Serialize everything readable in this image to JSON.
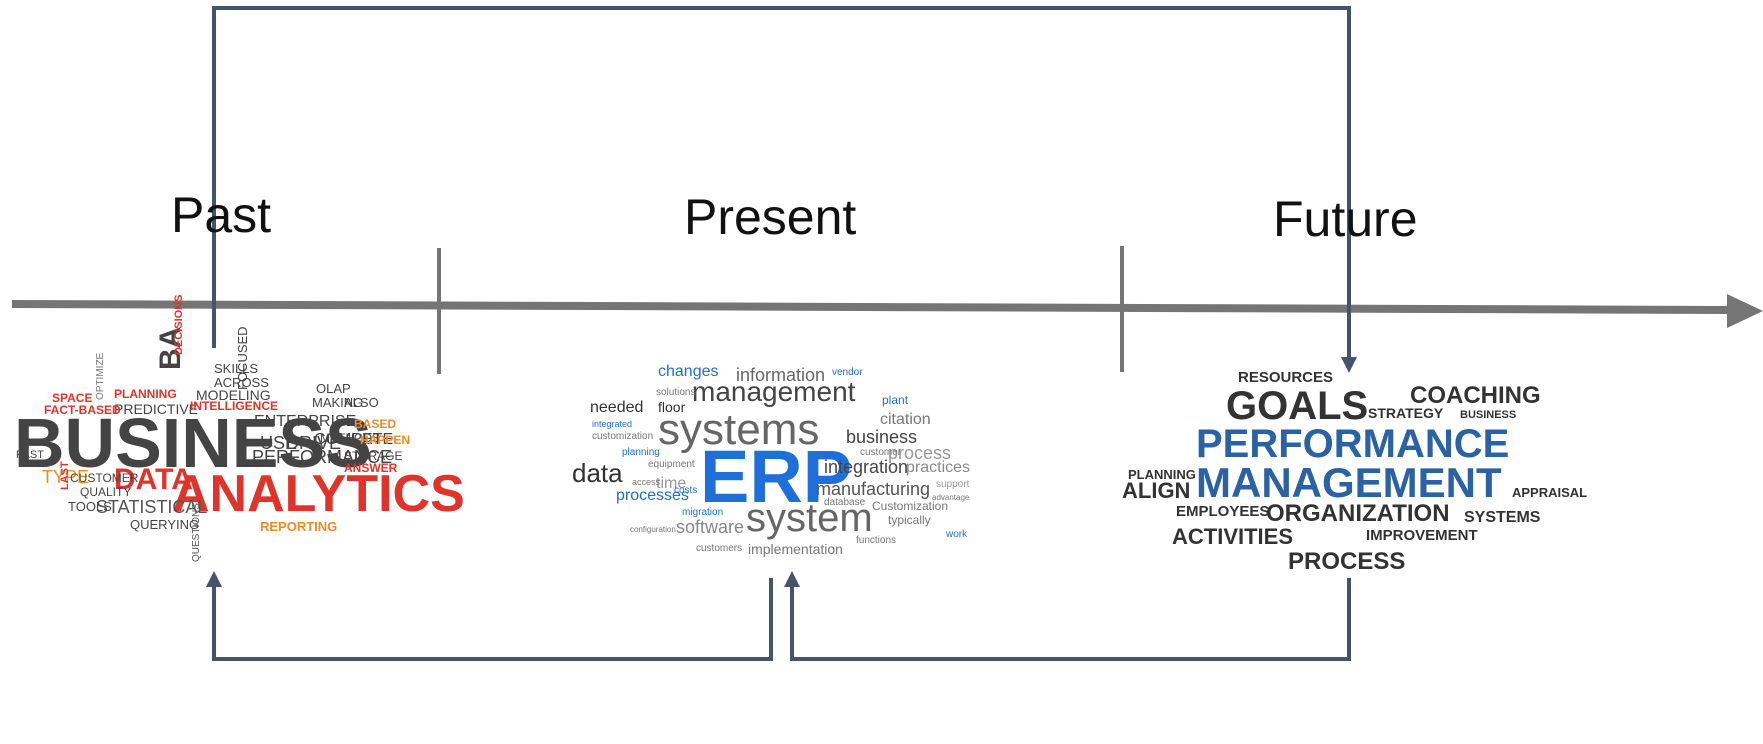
{
  "timeline": {
    "labels": {
      "past": "Past",
      "present": "Present",
      "future": "Future"
    },
    "colors": {
      "axis": "#757575",
      "arrow": "#44546a",
      "label": "#111111"
    }
  },
  "clouds": {
    "business_analytics": {
      "name": "business-analytics-word-cloud",
      "words": [
        {
          "text": "BUSINESS",
          "color": "#444444"
        },
        {
          "text": "ANALYTICS",
          "color": "#e0332b"
        },
        {
          "text": "BA",
          "color": "#444444"
        },
        {
          "text": "DATA",
          "color": "#e0332b"
        },
        {
          "text": "PERFORMANCE",
          "color": "#444444"
        },
        {
          "text": "STATISTICAL",
          "color": "#555555"
        },
        {
          "text": "ENTERPRISE",
          "color": "#444444"
        },
        {
          "text": "COMPETE",
          "color": "#444444"
        },
        {
          "text": "MODELING",
          "color": "#444444"
        },
        {
          "text": "PREDICTIVE",
          "color": "#444444"
        },
        {
          "text": "PLANNING",
          "color": "#e0332b"
        },
        {
          "text": "INTELLIGENCE",
          "color": "#e0332b"
        },
        {
          "text": "FACT-BASED",
          "color": "#e0332b"
        },
        {
          "text": "SPACE",
          "color": "#e0332b"
        },
        {
          "text": "SKILLS",
          "color": "#444444"
        },
        {
          "text": "ACROSS",
          "color": "#444444"
        },
        {
          "text": "FOCUSED",
          "color": "#444444"
        },
        {
          "text": "DECISIONS",
          "color": "#e0332b"
        },
        {
          "text": "OLAP",
          "color": "#444444"
        },
        {
          "text": "MAKING",
          "color": "#444444"
        },
        {
          "text": "ALSO",
          "color": "#444444"
        },
        {
          "text": "METHODS",
          "color": "#444444"
        },
        {
          "text": "HAPPEN",
          "color": "#f08a24"
        },
        {
          "text": "STORAGE",
          "color": "#444444"
        },
        {
          "text": "BASED",
          "color": "#f08a24"
        },
        {
          "text": "ANSWER",
          "color": "#e0332b"
        },
        {
          "text": "USE",
          "color": "#444444"
        },
        {
          "text": "DRIVE",
          "color": "#444444"
        },
        {
          "text": "TYPE",
          "color": "#f08a24"
        },
        {
          "text": "CUSTOMER",
          "color": "#444444"
        },
        {
          "text": "QUALITY",
          "color": "#444444"
        },
        {
          "text": "TOOLS",
          "color": "#444444"
        },
        {
          "text": "QUERYING",
          "color": "#444444"
        },
        {
          "text": "REPORTING",
          "color": "#f08a24"
        },
        {
          "text": "PAST",
          "color": "#444444"
        },
        {
          "text": "LAST",
          "color": "#e0332b"
        },
        {
          "text": "QUESTIONS",
          "color": "#555555"
        },
        {
          "text": "OPTIMIZE",
          "color": "#777777"
        }
      ]
    },
    "erp": {
      "name": "erp-word-cloud",
      "words": [
        {
          "text": "ERP",
          "color": "#1e6fd9"
        },
        {
          "text": "systems",
          "color": "#666666"
        },
        {
          "text": "system",
          "color": "#666666"
        },
        {
          "text": "management",
          "color": "#444444"
        },
        {
          "text": "information",
          "color": "#666666"
        },
        {
          "text": "changes",
          "color": "#1e6fd9"
        },
        {
          "text": "data",
          "color": "#333333"
        },
        {
          "text": "processes",
          "color": "#1e6fd9"
        },
        {
          "text": "business",
          "color": "#444444"
        },
        {
          "text": "integration",
          "color": "#444444"
        },
        {
          "text": "manufacturing",
          "color": "#555555"
        },
        {
          "text": "process",
          "color": "#999999"
        },
        {
          "text": "citation",
          "color": "#777777"
        },
        {
          "text": "practices",
          "color": "#888888"
        },
        {
          "text": "needed",
          "color": "#333333"
        },
        {
          "text": "floor",
          "color": "#333333"
        },
        {
          "text": "software",
          "color": "#888888"
        },
        {
          "text": "implementation",
          "color": "#777777"
        },
        {
          "text": "Customization",
          "color": "#777777"
        },
        {
          "text": "typically",
          "color": "#777777"
        },
        {
          "text": "time",
          "color": "#999999"
        },
        {
          "text": "equipment",
          "color": "#777777"
        },
        {
          "text": "planning",
          "color": "#1e6fd9"
        },
        {
          "text": "migration",
          "color": "#1e6fd9"
        },
        {
          "text": "plant",
          "color": "#1e6fd9"
        },
        {
          "text": "solutions",
          "color": "#777777"
        },
        {
          "text": "vendor",
          "color": "#1e6fd9"
        },
        {
          "text": "customers",
          "color": "#777777"
        },
        {
          "text": "customer",
          "color": "#777777"
        },
        {
          "text": "database",
          "color": "#777777"
        },
        {
          "text": "functions",
          "color": "#777777"
        },
        {
          "text": "costs",
          "color": "#1e6fd9"
        },
        {
          "text": "work",
          "color": "#1e6fd9"
        },
        {
          "text": "support",
          "color": "#999999"
        },
        {
          "text": "advantage",
          "color": "#777777"
        },
        {
          "text": "customization",
          "color": "#777777"
        },
        {
          "text": "integrated",
          "color": "#1e6fd9"
        },
        {
          "text": "access",
          "color": "#777777"
        },
        {
          "text": "configuration",
          "color": "#777777"
        }
      ]
    },
    "performance_management": {
      "name": "performance-management-word-cloud",
      "words": [
        {
          "text": "RESOURCES",
          "color": "#333333"
        },
        {
          "text": "GOALS",
          "color": "#333333"
        },
        {
          "text": "COACHING",
          "color": "#333333"
        },
        {
          "text": "STRATEGY",
          "color": "#333333"
        },
        {
          "text": "BUSINESS",
          "color": "#333333"
        },
        {
          "text": "PERFORMANCE",
          "color": "#2b62a3"
        },
        {
          "text": "PLANNING",
          "color": "#333333"
        },
        {
          "text": "ALIGN",
          "color": "#333333"
        },
        {
          "text": "MANAGEMENT",
          "color": "#2b62a3"
        },
        {
          "text": "APPRAISAL",
          "color": "#333333"
        },
        {
          "text": "EMPLOYEES",
          "color": "#333333"
        },
        {
          "text": "ORGANIZATION",
          "color": "#333333"
        },
        {
          "text": "SYSTEMS",
          "color": "#333333"
        },
        {
          "text": "ACTIVITIES",
          "color": "#333333"
        },
        {
          "text": "IMPROVEMENT",
          "color": "#333333"
        },
        {
          "text": "PROCESS",
          "color": "#333333"
        }
      ]
    }
  }
}
